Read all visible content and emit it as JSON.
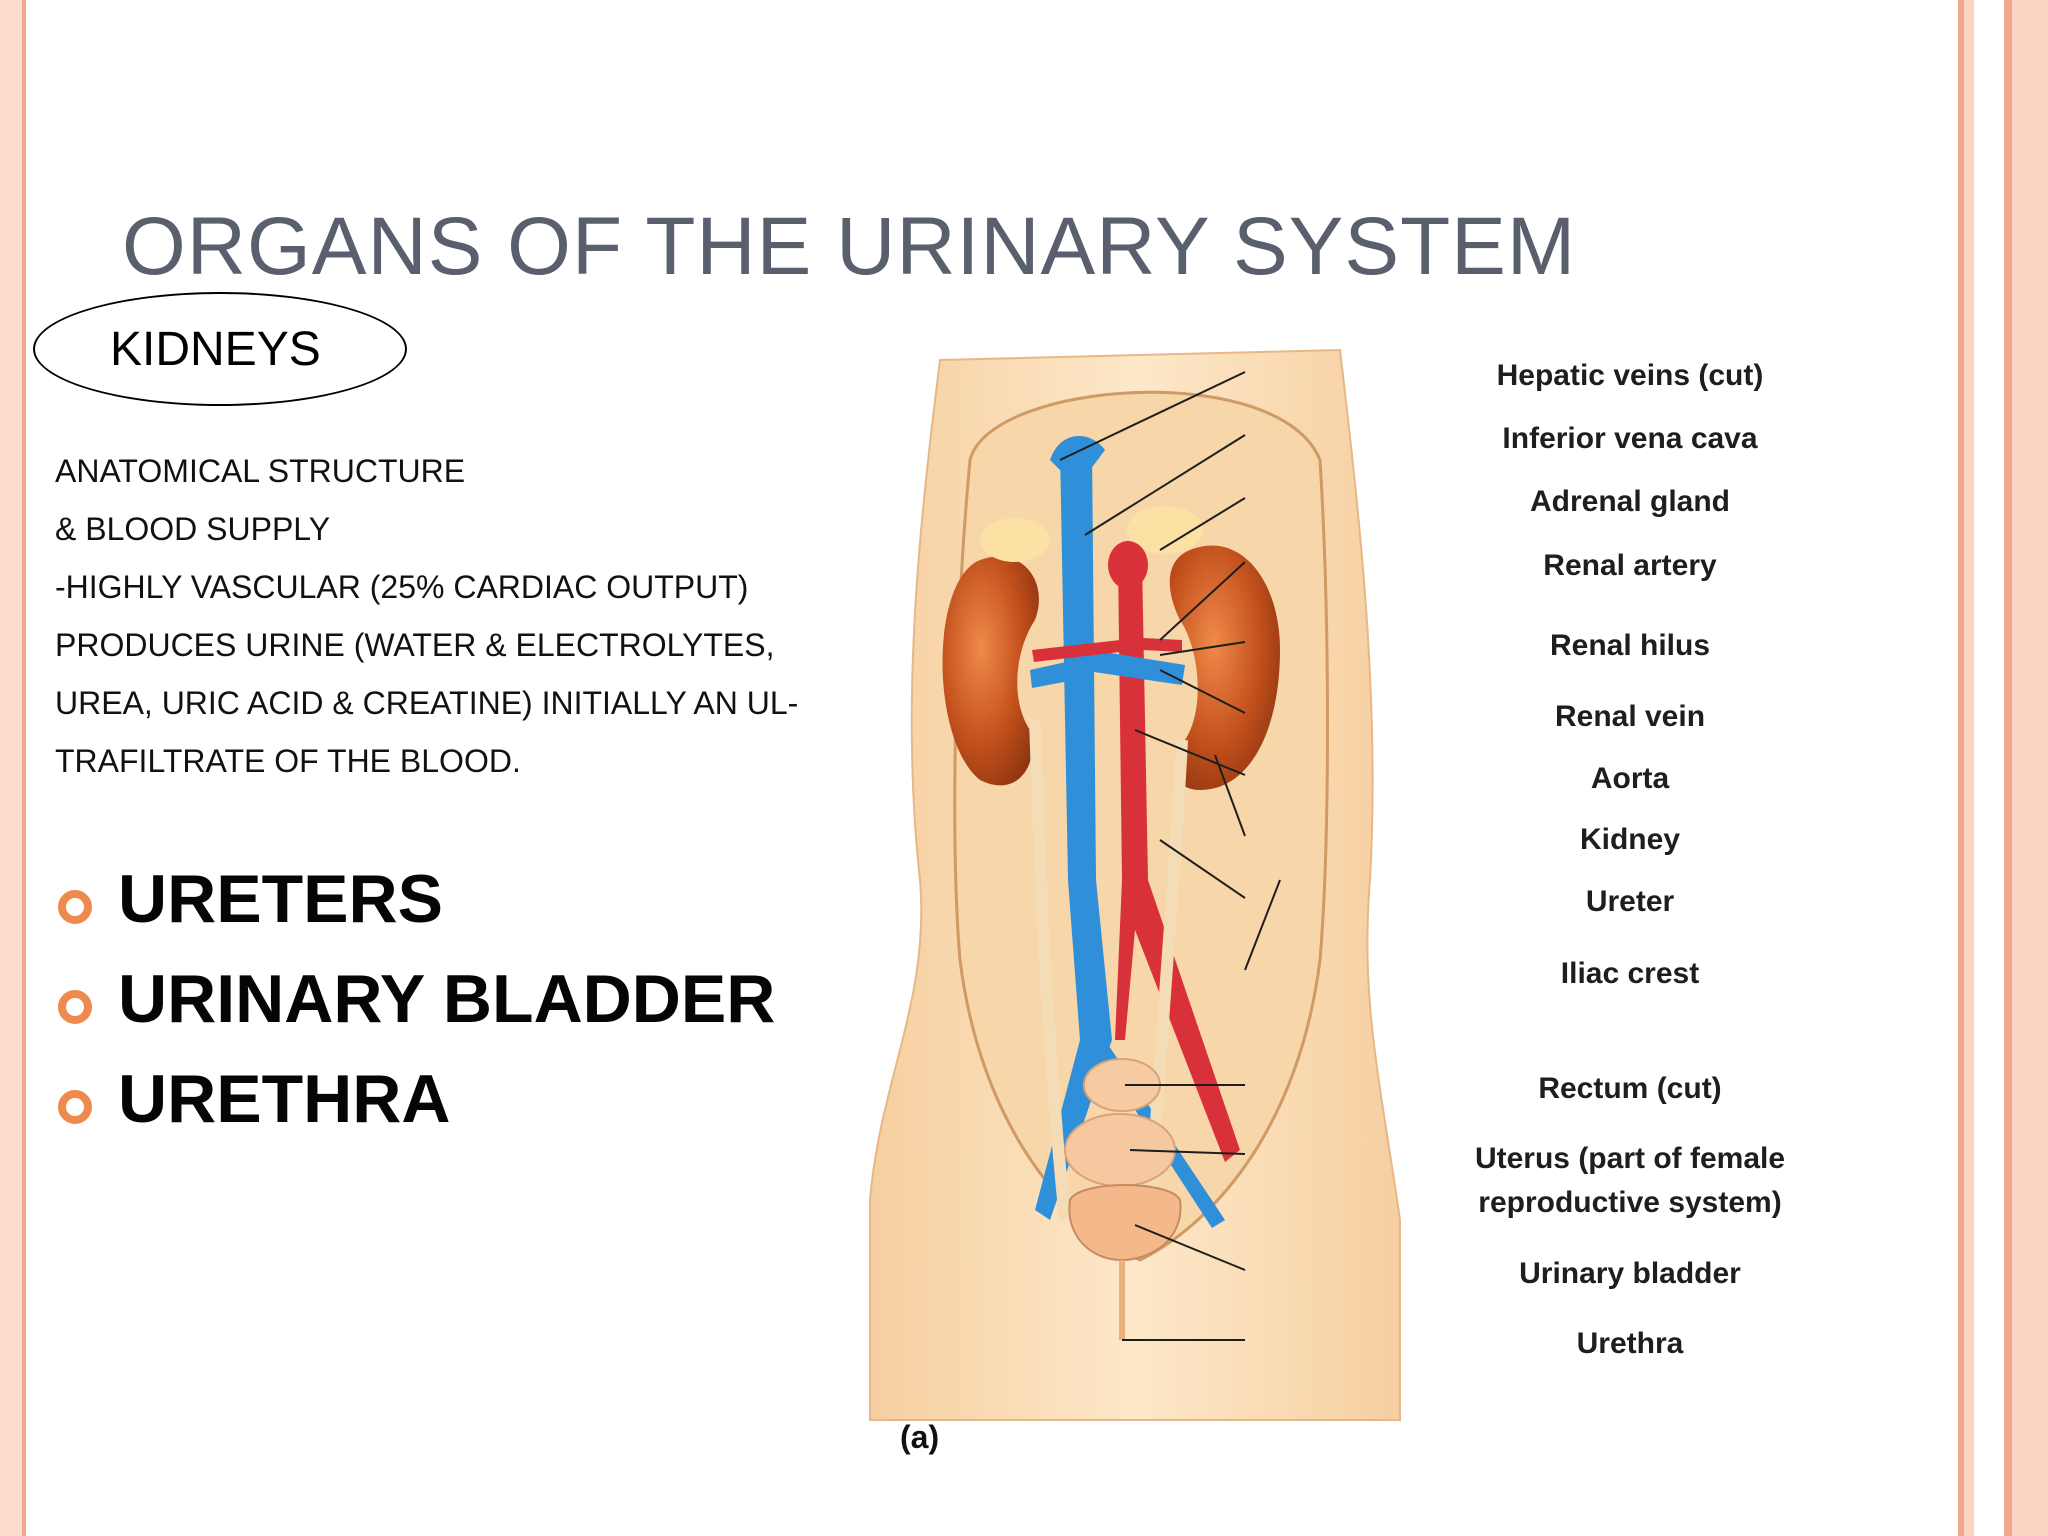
{
  "slide": {
    "title": "ORGANS OF THE URINARY SYSTEM",
    "kidneys_label": "KIDNEYS",
    "description_lines": [
      "ANATOMICAL STRUCTURE",
      "&  BLOOD SUPPLY",
      "-HIGHLY VASCULAR (25% CARDIAC OUTPUT)",
      "PRODUCES URINE (WATER & ELECTROLYTES,",
      "UREA, URIC ACID & CREATINE) INITIALLY AN UL-",
      "TRAFILTRATE  OF THE BLOOD."
    ],
    "bullets": [
      "URETERS",
      "URINARY BLADDER",
      "URETHRA"
    ]
  },
  "figure": {
    "labels": {
      "hepatic_veins": "Hepatic veins (cut)",
      "inferior_vena_cava": "Inferior vena cava",
      "adrenal_gland": "Adrenal gland",
      "renal_artery": "Renal artery",
      "renal_hilus": "Renal hilus",
      "renal_vein": "Renal vein",
      "aorta": "Aorta",
      "kidney": "Kidney",
      "ureter": "Ureter",
      "iliac_crest": "Iliac crest",
      "rectum": "Rectum (cut)",
      "uterus_line1": "Uterus (part of female",
      "uterus_line2": "reproductive system)",
      "urinary_bladder": "Urinary bladder",
      "urethra": "Urethra"
    },
    "caption": "(a)"
  },
  "colors": {
    "title": "#5a5f6e",
    "bullet_accent": "#ee8a4e",
    "border_light": "#fcdccd",
    "border_dark": "#f1a98d",
    "vein_blue": "#2f8fd8",
    "artery_red": "#d9313a",
    "kidney": "#c2501c",
    "skin": "#fbe2c0"
  }
}
